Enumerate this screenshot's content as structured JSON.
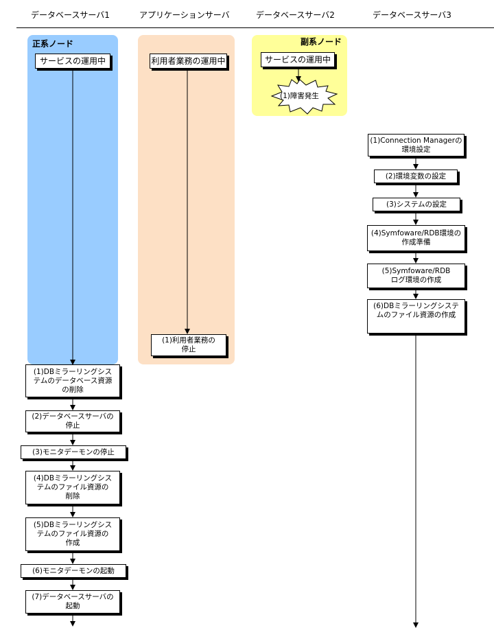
{
  "headers": {
    "db1": "データベースサーバ1",
    "app": "アプリケーションサーバ",
    "db2": "データベースサーバ2",
    "db3": "データベースサーバ3"
  },
  "panels": {
    "primary_label": "正系ノード",
    "secondary_label": "副系ノード",
    "primary_color": "#99ccff",
    "app_color": "#fde0c5",
    "secondary_color": "#ffff99"
  },
  "db1": {
    "service_running": "サービスの運用中",
    "steps": [
      "(1)DBミラーリングシス\nテムのデータベース資源\nの削除",
      "(2)データベースサーバの\n停止",
      "(3)モニタデーモンの停止",
      "(4)DBミラーリングシス\nテムのファイル資源の\n削除",
      "(5)DBミラーリングシス\nテムのファイル資源の\n作成",
      "(6)モニタデーモンの起動",
      "(7)データベースサーバの\n起動"
    ]
  },
  "app": {
    "running": "利用者業務の運用中",
    "stop": "(1)利用者業務の\n停止"
  },
  "db2": {
    "service_running": "サービスの運用中",
    "failure": "(1)障害発生"
  },
  "db3": {
    "steps": [
      "(1)Connection Managerの\n環境設定",
      "(2)環境変数の設定",
      "(3)システムの設定",
      "(4)Symfoware/RDB環境の\n作成準備",
      "(5)Symfoware/RDB\nログ環境の作成",
      "(6)DBミラーリングシステ\nムのファイル資源の作成"
    ]
  }
}
